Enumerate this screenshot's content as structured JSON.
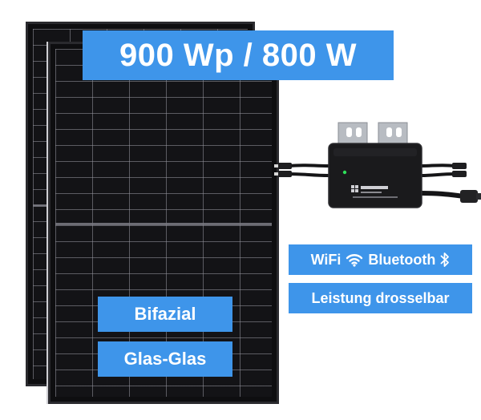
{
  "badges": {
    "power": "900 Wp / 800 W",
    "bifazial": "Bifazial",
    "glas": "Glas-Glas",
    "wifi": "WiFi",
    "bluetooth": "Bluetooth",
    "leistung": "Leistung drosselbar"
  },
  "icons": {
    "wifi": "wifi-icon",
    "bluetooth": "bluetooth-icon"
  },
  "colors": {
    "badge_blue": "#3e95ea",
    "badge_text": "#ffffff",
    "panel": "#0e0e10",
    "inverter": "#1a1a1c"
  }
}
